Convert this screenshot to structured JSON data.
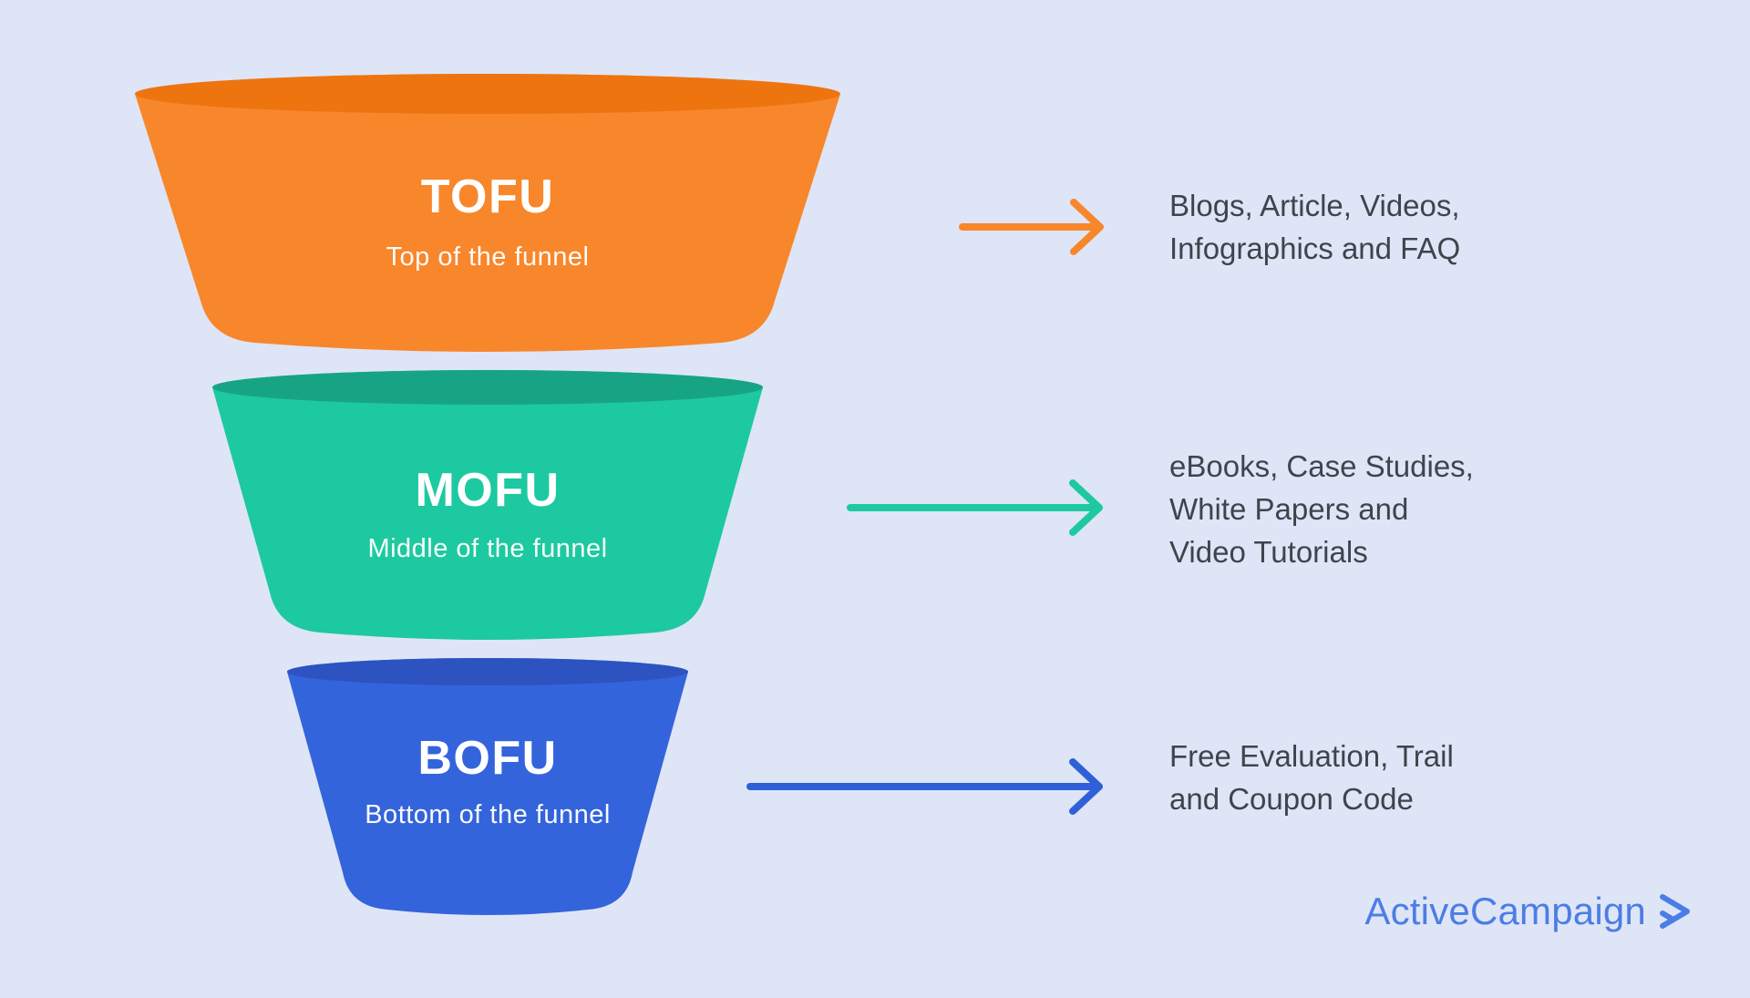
{
  "funnel": {
    "stages": [
      {
        "id": "tofu",
        "title": "TOFU",
        "subtitle": "Top of the funnel",
        "description_lines": [
          "Blogs, Article, Videos,",
          "Infographics and FAQ"
        ],
        "body_color": "#F8862B",
        "rim_color": "#EE7410",
        "arrow_color": "#F8862B"
      },
      {
        "id": "mofu",
        "title": "MOFU",
        "subtitle": "Middle of the funnel",
        "description_lines": [
          "eBooks, Case Studies,",
          "White Papers and",
          "Video Tutorials"
        ],
        "body_color": "#1DC9A0",
        "rim_color": "#17A485",
        "arrow_color": "#1DC9A0"
      },
      {
        "id": "bofu",
        "title": "BOFU",
        "subtitle": "Bottom of the funnel",
        "description_lines": [
          "Free Evaluation, Trail",
          "and Coupon Code"
        ],
        "body_color": "#3464DB",
        "rim_color": "#2C53C0",
        "arrow_color": "#3060D8"
      }
    ]
  },
  "branding": {
    "logo_text": "ActiveCampaign",
    "logo_color": "#4C7DE6"
  },
  "colors": {
    "background": "#DEE5F6",
    "description_text": "#3F444C",
    "funnel_label_text": "#FFFFFF"
  }
}
